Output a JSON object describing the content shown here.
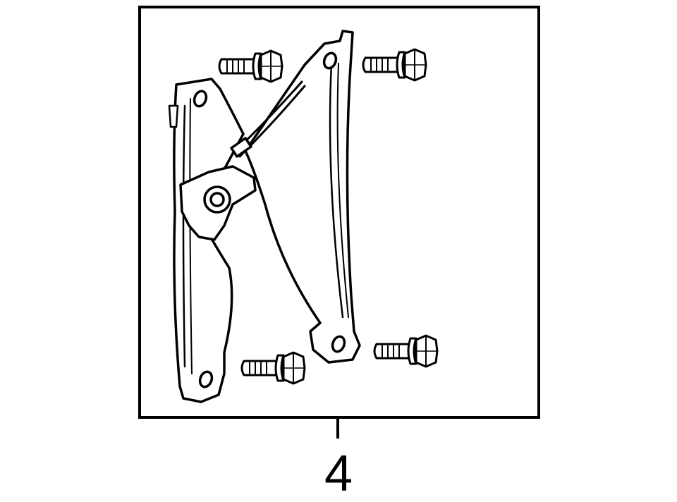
{
  "callout": {
    "number": "4"
  },
  "colors": {
    "stroke": "#000000",
    "background": "#ffffff"
  },
  "parts": {
    "regulator": "window-regulator",
    "bolts": [
      "bolt-upper-left",
      "bolt-upper-right",
      "bolt-lower-left",
      "bolt-lower-right"
    ]
  }
}
